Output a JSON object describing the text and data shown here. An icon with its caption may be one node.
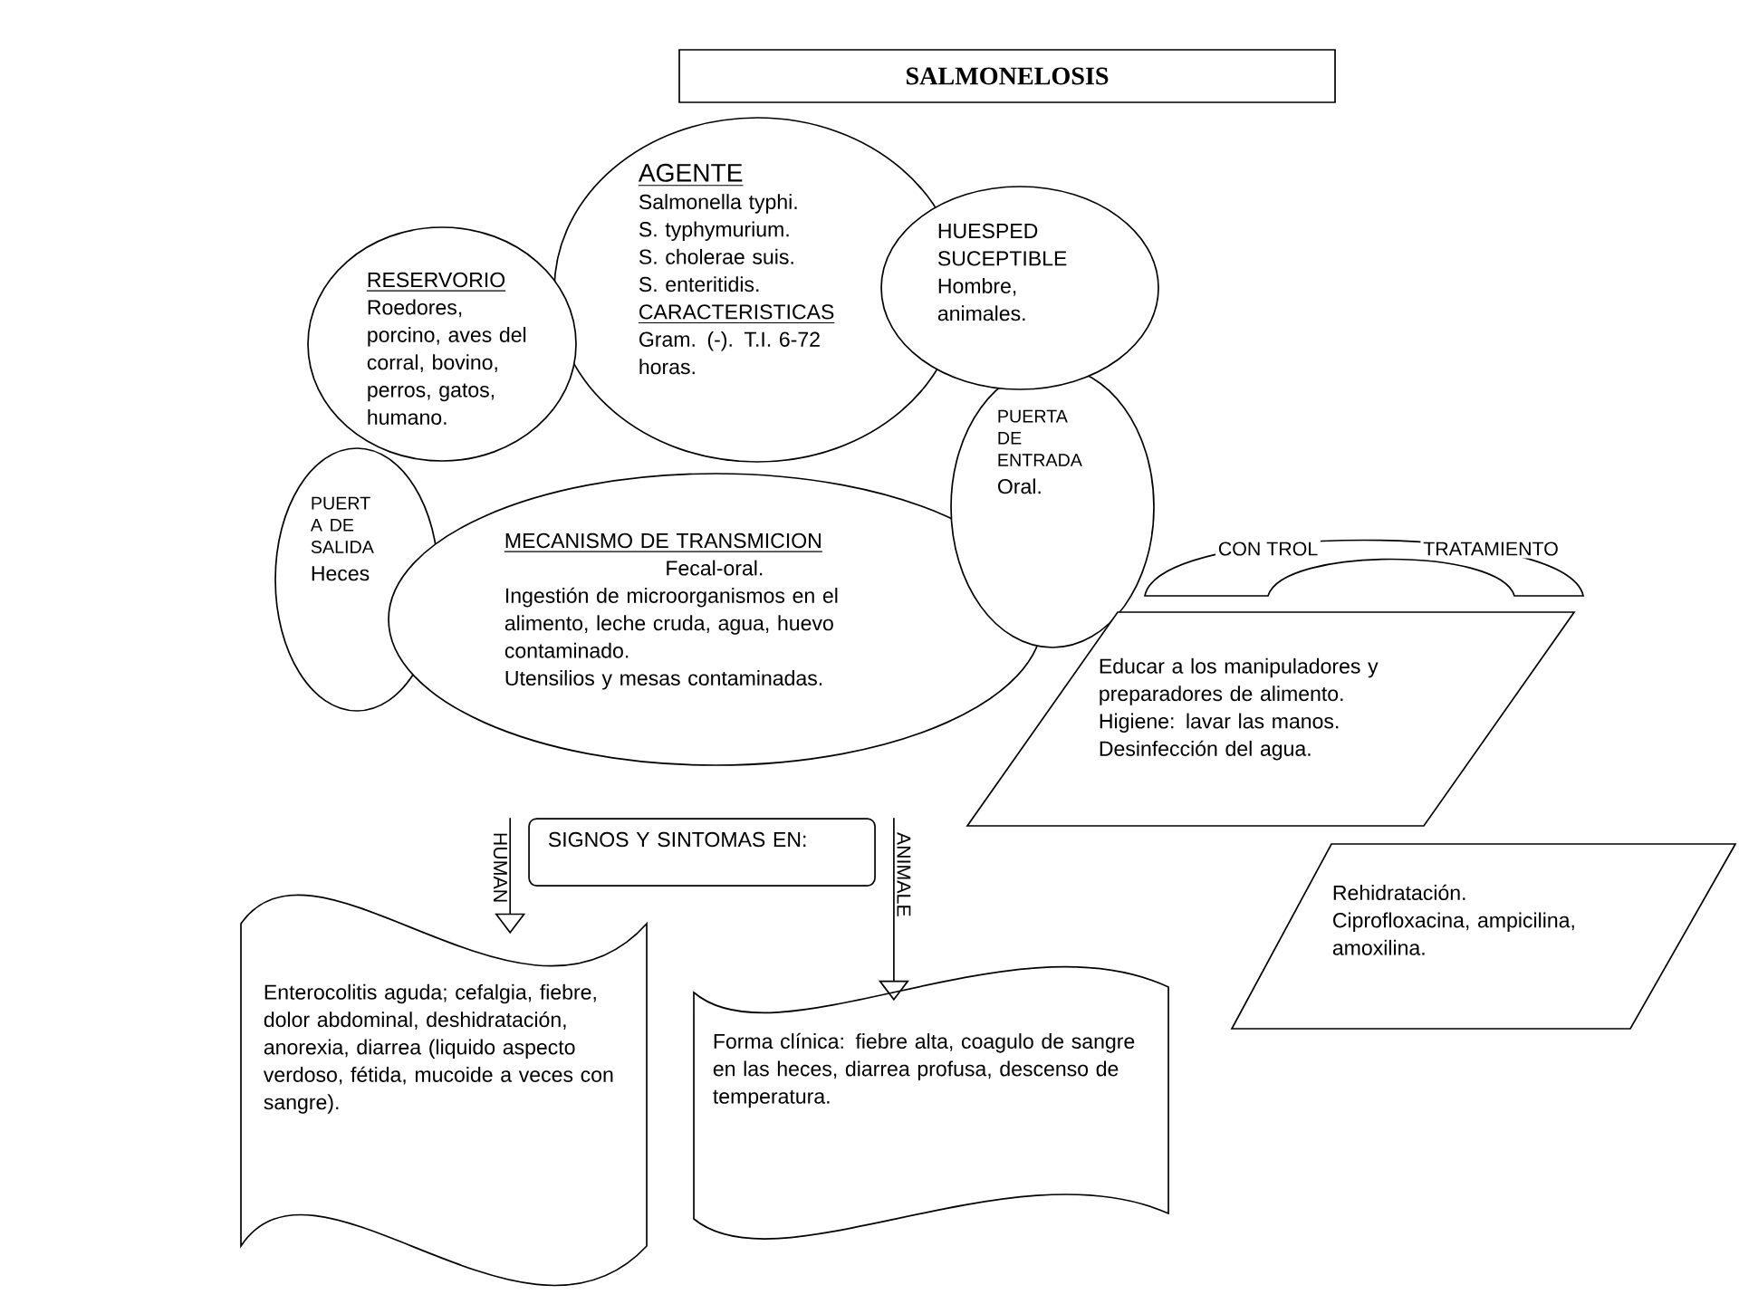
{
  "diagram": {
    "title": "SALMONELOSIS",
    "nodes": [
      {
        "text": [
          "AGENTE",
          "Salmonella typhi.",
          "S. typhymurium.",
          "S. cholerae suis.",
          "S. enteritidis.",
          "CARACTERISTICAS",
          "Gram. (-). T.I. 6-72 horas."
        ]
      },
      {
        "text": [
          "RESERVORIO",
          "Roedores, porcino, aves del corral, bovino, perros, gatos, humano."
        ]
      },
      {
        "text": [
          "HUESPED SUCEPTIBLE",
          "Hombre, animales."
        ]
      },
      {
        "text": [
          "PUERTA DE ENTRADA",
          "Oral."
        ]
      },
      {
        "text": [
          "PUERT A DE SALIDA",
          "Heces"
        ]
      },
      {
        "text": [
          "MECANISMO DE TRANSMICION",
          "Fecal-oral.",
          "Ingestión de microorganismos en el alimento, leche cruda, agua, huevo contaminado.",
          "Utensilios y mesas contaminadas."
        ]
      },
      {
        "text": [
          "CON TROL",
          "TRATAMIENTO"
        ]
      },
      {
        "text": [
          "Educar a los manipuladores y preparadores de alimento.",
          "Higiene: lavar las manos.",
          "Desinfección del agua."
        ]
      },
      {
        "text": [
          "Rehidratación.",
          "Ciprofloxacina, ampicilina, amoxilina."
        ]
      },
      {
        "text": [
          "SIGNOS Y SINTOMAS EN:"
        ]
      },
      {
        "text": [
          "Enterocolitis aguda; cefalgia, fiebre, dolor abdominal, deshidratación, anorexia, diarrea (liquido aspecto verdoso, fétida, mucoide a veces con sangre)."
        ]
      },
      {
        "text": [
          "Forma clínica: fiebre alta, coagulo de sangre en las heces, diarrea profusa, descenso de temperatura."
        ]
      }
    ],
    "edges": [
      {
        "from": 9,
        "to": 10,
        "arrow": "to",
        "label": "HUMAN"
      },
      {
        "from": 9,
        "to": 11,
        "arrow": "to",
        "label": "ANIMALE"
      }
    ]
  }
}
